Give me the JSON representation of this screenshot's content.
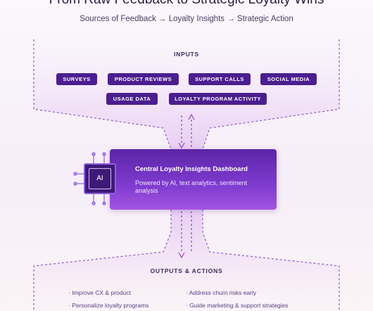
{
  "header": {
    "title": "From Raw Feedback to Strategic Loyalty Wins",
    "subtitle": "Sources of Feedback → Loyalty Insights → Strategic Action"
  },
  "inputs": {
    "heading": "INPUTS",
    "items": [
      "SURVEYS",
      "PRODUCT REVIEWS",
      "SUPPORT CALLS",
      "SOCIAL MEDIA",
      "USAGE DATA",
      "LOYALTY PROGRAM ACTIVITY"
    ]
  },
  "dashboard": {
    "chip_label": "AI",
    "title": "Central Loyalty Insights Dashboard",
    "description": "Powered by AI, text analytics, sentiment analysis"
  },
  "outputs": {
    "heading": "OUTPUTS & ACTIONS",
    "items": [
      "· Improve CX & product",
      "· Address churn risks early",
      "· Personalize loyalty programs",
      "· Guide marketing & support strategies"
    ]
  },
  "colors": {
    "pill": "#4b1e8f",
    "dashboard": "#7f3bd0",
    "outline": "#8d5cc7",
    "funnel": "#d9b4ef"
  }
}
